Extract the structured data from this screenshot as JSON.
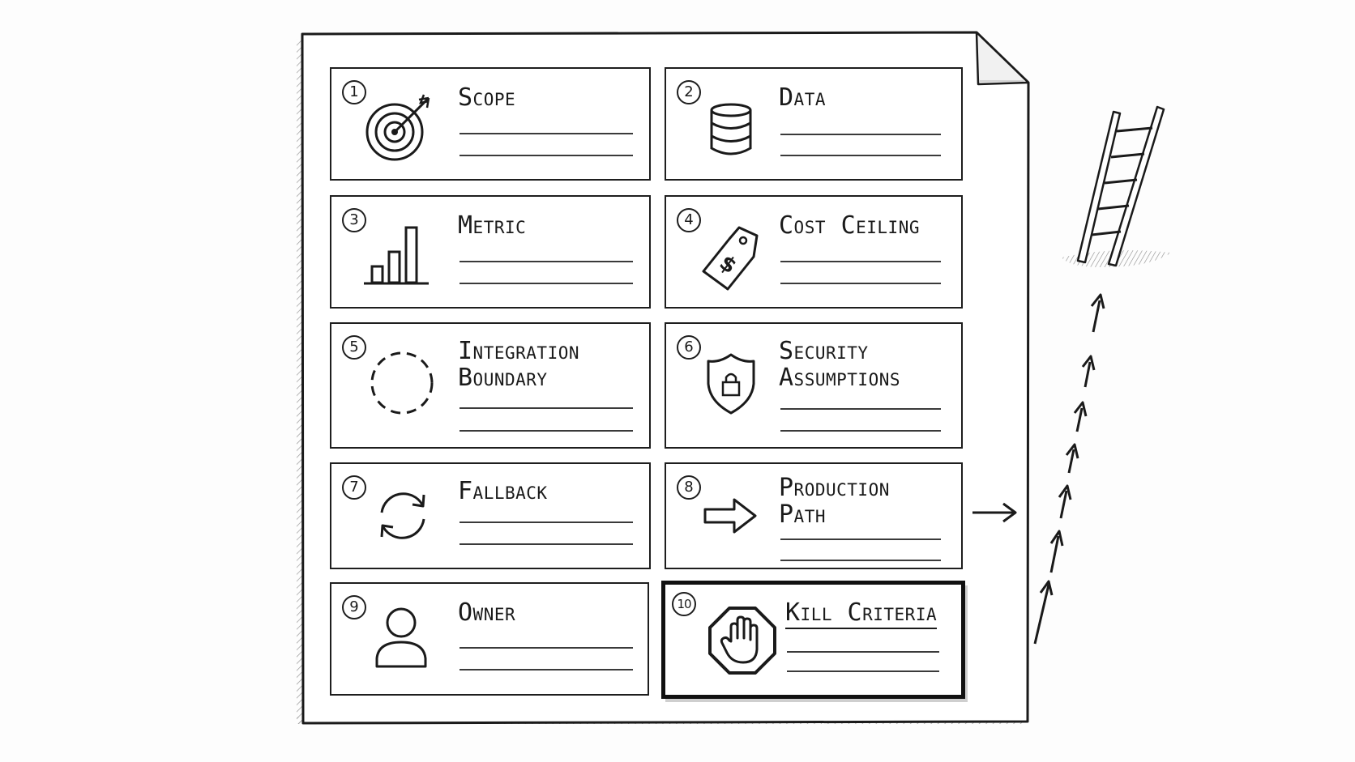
{
  "checklist": {
    "items": [
      {
        "number": "1",
        "title_lines": [
          "Scope"
        ],
        "icon": "target-arrow-icon"
      },
      {
        "number": "2",
        "title_lines": [
          "Data"
        ],
        "icon": "database-icon"
      },
      {
        "number": "3",
        "title_lines": [
          "Metric"
        ],
        "icon": "bar-chart-icon"
      },
      {
        "number": "4",
        "title_lines": [
          "Cost",
          "Ceiling"
        ],
        "icon": "price-tag-icon"
      },
      {
        "number": "5",
        "title_lines": [
          "Integration",
          "Boundary"
        ],
        "icon": "dashed-circle-icon"
      },
      {
        "number": "6",
        "title_lines": [
          "Security",
          "Assumptions"
        ],
        "icon": "shield-lock-icon"
      },
      {
        "number": "7",
        "title_lines": [
          "Fallback"
        ],
        "icon": "refresh-arrows-icon"
      },
      {
        "number": "8",
        "title_lines": [
          "Production",
          "Path"
        ],
        "icon": "right-arrow-icon"
      },
      {
        "number": "9",
        "title_lines": [
          "Owner"
        ],
        "icon": "person-icon"
      },
      {
        "number": "10",
        "title_lines": [
          "Kill Criteria"
        ],
        "icon": "stop-hand-icon",
        "highlighted": true
      }
    ]
  },
  "decor": {
    "ladder_icon": "ladder-icon",
    "path_icon": "dashed-arrow-path-icon",
    "stroke_color": "#1a1a1a",
    "hatch_color": "#9a9a9a"
  }
}
